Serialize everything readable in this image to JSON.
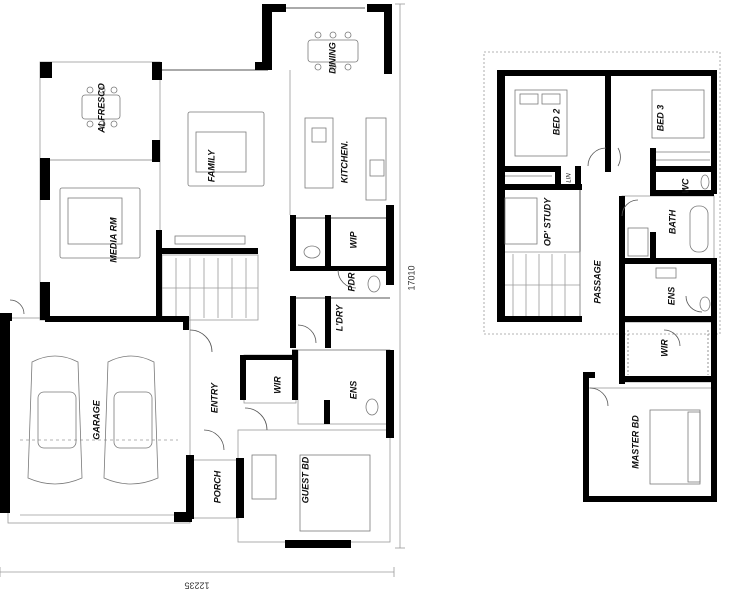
{
  "ground_floor": {
    "rooms": {
      "alfresco": "ALFRESCO",
      "dining": "DINING",
      "family": "FAMILY",
      "kitchen": "KITCHEN.",
      "media_rm": "MEDIA RM",
      "wip": "WIP",
      "pdr": "PDR",
      "ldry": "L'DRY",
      "garage": "GARAGE",
      "entry": "ENTRY",
      "wir": "WIR",
      "ens": "ENS",
      "porch": "PORCH",
      "guest_bd": "GUEST BD"
    },
    "dimensions": {
      "height": "17010",
      "width": "12235"
    }
  },
  "upper_floor": {
    "rooms": {
      "bed2": "BED 2",
      "bed3": "BED 3",
      "lin": "LIN",
      "wc": "WC",
      "op_study": "OP' STUDY",
      "bath": "BATH",
      "passage": "PASSAGE",
      "ens": "ENS",
      "wir": "WIR",
      "master_bd": "MASTER BD"
    }
  },
  "colors": {
    "wall": "#000000",
    "line": "#555555",
    "background": "#ffffff"
  }
}
